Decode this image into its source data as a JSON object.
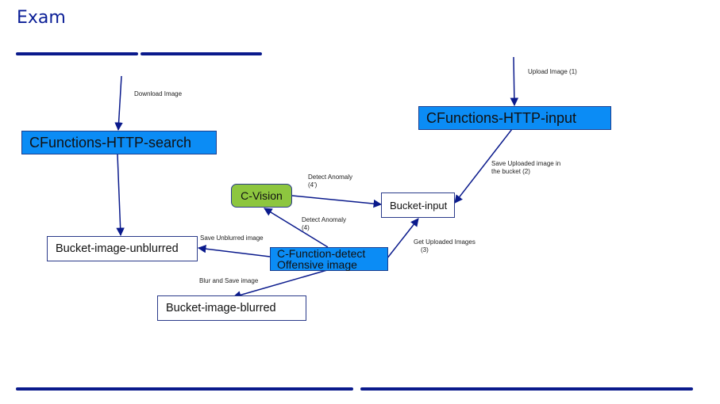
{
  "slide": {
    "title": "Exam",
    "accent_color": "#0a1a8c"
  },
  "nodes": {
    "http_search": "CFunctions-HTTP-search",
    "http_input": "CFunctions-HTTP-input",
    "c_vision": "C-Vision",
    "bucket_input": "Bucket-input",
    "bucket_unblurred": "Bucket-image-unblurred",
    "detect_line1": "C-Function-detect",
    "detect_line2": "Offensive image",
    "bucket_blurred": "Bucket-image-blurred"
  },
  "edge_labels": {
    "download_image": "Download Image",
    "upload_image": "Upload Image (1)",
    "save_uploaded_line1": "Save Uploaded image in",
    "save_uploaded_line2": "the bucket (2)",
    "detect_anomaly_4p_line1": "Detect Anomaly",
    "detect_anomaly_4p_line2": "(4')",
    "detect_anomaly_4_line1": "Detect Anomaly",
    "detect_anomaly_4_line2": "(4)",
    "get_uploaded_line1": "Get Uploaded Images",
    "get_uploaded_line2": "(3)",
    "save_unblurred": "Save Unblurred image",
    "blur_and_save": "Blur and Save image"
  },
  "colors": {
    "function_box": "#0b8cf5",
    "vision_box": "#8dc63f",
    "arrow": "#0a1a8c"
  }
}
